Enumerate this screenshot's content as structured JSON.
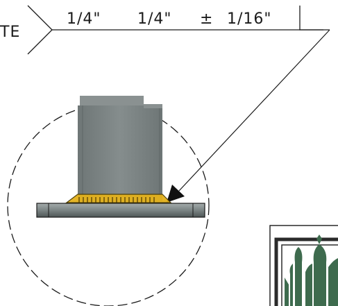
{
  "weld_symbol": {
    "left_fragment": "TE",
    "size_1": "1/4\"",
    "size_2": "1/4\"",
    "tolerance_symbol": "±",
    "size_3": "1/16\""
  },
  "colors": {
    "line": "#1a1a1a",
    "plate_vertical": "#7d8585",
    "plate_vertical_top": "#8a9191",
    "base_plate": "#7b8484",
    "weld_bead": "#e4b21c",
    "weld_outline": "#4a3a00",
    "logo_green": "#3e6b4e",
    "logo_frame": "#2b2b2b"
  },
  "icons": {
    "logo": "fleur-de-lis-logo-icon"
  }
}
